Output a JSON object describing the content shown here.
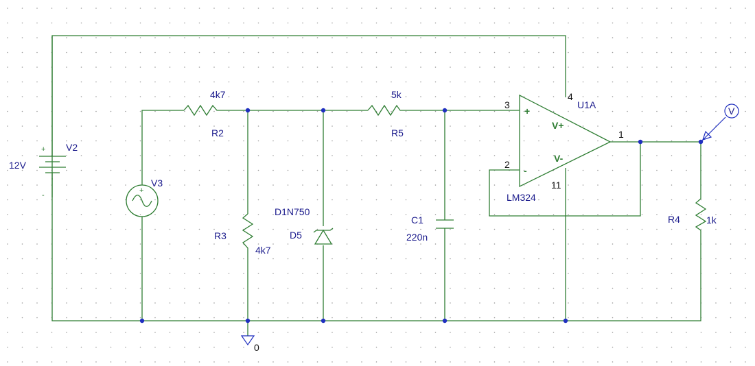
{
  "components": {
    "V2": {
      "ref": "V2",
      "value": "12V"
    },
    "V3": {
      "ref": "V3"
    },
    "R2": {
      "ref": "R2",
      "value": "4k7"
    },
    "R3": {
      "ref": "R3",
      "value": "4k7"
    },
    "R5": {
      "ref": "R5",
      "value": "5k"
    },
    "R4": {
      "ref": "R4",
      "value": "1k"
    },
    "D5": {
      "ref": "D5",
      "model": "D1N750"
    },
    "C1": {
      "ref": "C1",
      "value": "220n"
    },
    "U1A": {
      "ref": "U1A",
      "model": "LM324",
      "vplus": "V+",
      "vminus": "V-",
      "in_plus": "+",
      "in_minus": "-"
    }
  },
  "pins": {
    "p3": "3",
    "p2": "2",
    "p4": "4",
    "p11": "11",
    "p1": "1"
  },
  "ground": {
    "label": "0"
  },
  "probe": {
    "label": "V"
  },
  "battery_signs": {
    "plus": "+",
    "minus": "-"
  },
  "source_sign": "+"
}
